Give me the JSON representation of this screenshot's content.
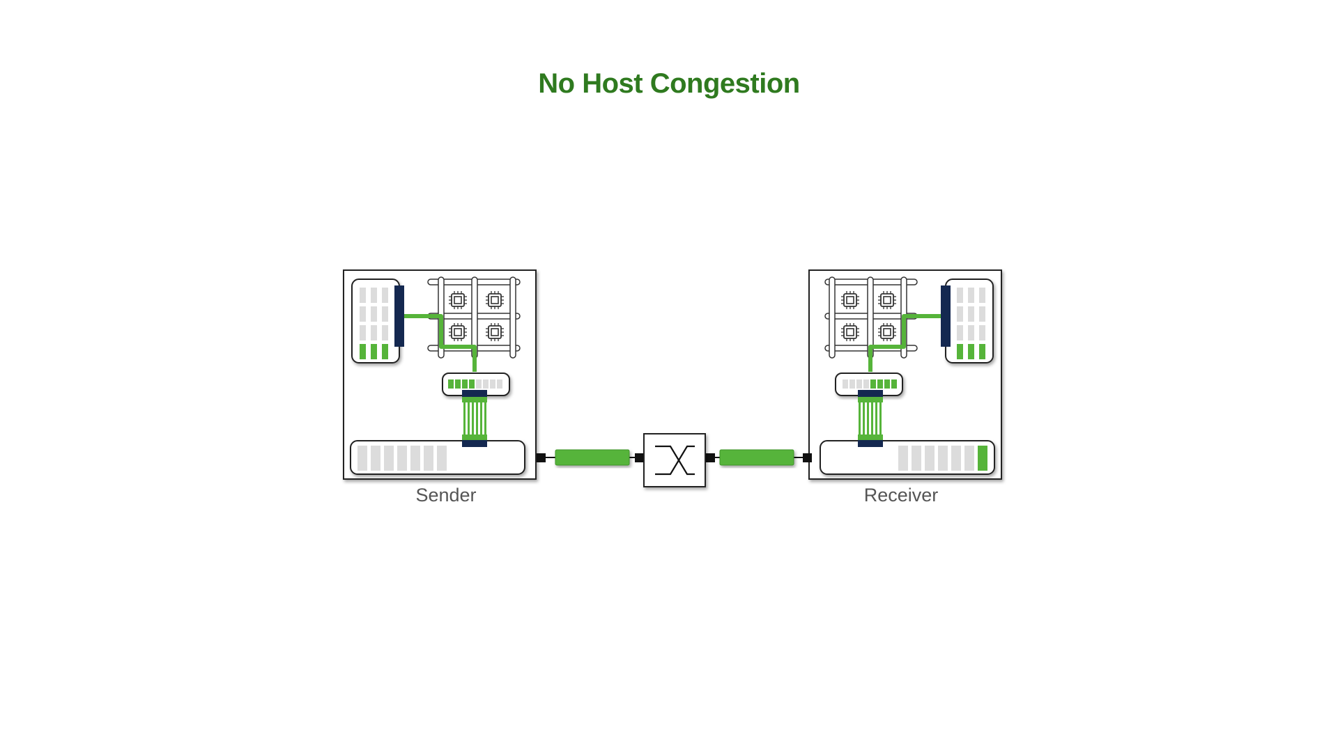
{
  "slide": {
    "title": "No Host Congestion"
  },
  "colors": {
    "title": "#2f7a1f",
    "green": "#56b43a",
    "green_dark": "#3f962a",
    "navy": "#142850",
    "slot_empty": "#dcdcdc",
    "frame": "#222222"
  },
  "hosts": {
    "sender": {
      "label": "Sender",
      "memory_filled_rows": 1,
      "buffer_filled": 4,
      "buffer_total": 8,
      "nic_queue_filled": 0,
      "nic_queue_total": 7
    },
    "receiver": {
      "label": "Receiver",
      "memory_filled_rows": 1,
      "buffer_filled": 4,
      "buffer_total": 8,
      "nic_queue_filled": 1,
      "nic_queue_total": 7
    }
  },
  "network": {
    "switch_icon": "switch-crossover-icon",
    "links_active": true
  }
}
